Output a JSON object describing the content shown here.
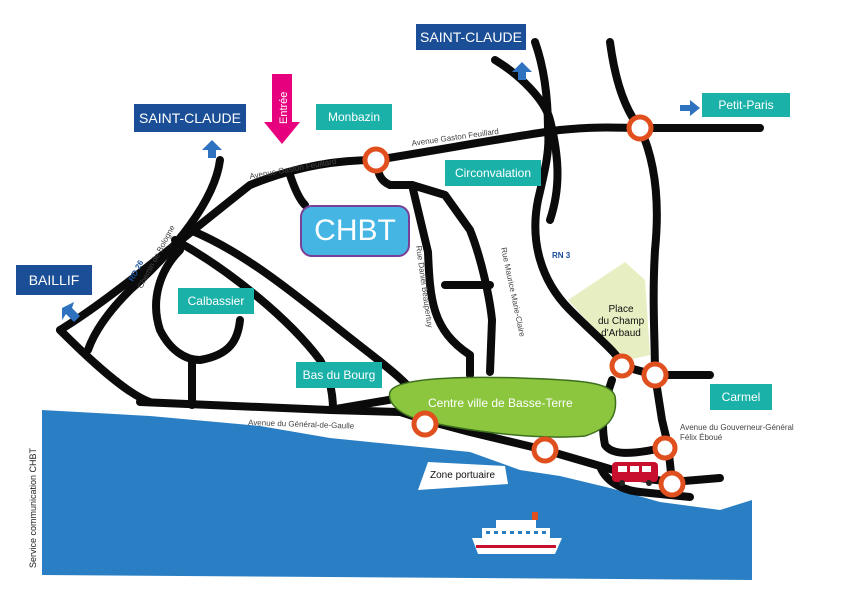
{
  "colors": {
    "sea": "#2a7fc4",
    "roads": "#0b0b0b",
    "roundabout": "#e0501f",
    "center": "#8cc63f",
    "place": "#e7efc2",
    "direction_sign": "#1a4e97",
    "district_label": "#1ab1a8",
    "chbt": "#45b6e4",
    "entry_arrow": "#e6007e"
  },
  "directions": {
    "saint_claude_top": "SAINT-CLAUDE",
    "saint_claude_left": "SAINT-CLAUDE",
    "baillif": "BAILLIF",
    "petit_paris": "Petit-Paris"
  },
  "districts": {
    "monbazin": "Monbazin",
    "circonvalation": "Circonvalation",
    "calbassier": "Calbassier",
    "bas_du_bourg": "Bas du Bourg",
    "carmel": "Carmel"
  },
  "chbt": "CHBT",
  "entry": "Entrée",
  "center": "Centre ville de Basse-Terre",
  "place": [
    "Place",
    "du Champ",
    "d'Arbaud"
  ],
  "port": "Zone portuaire",
  "streets": {
    "gaston_feuillard_1": "Avenue Gaston Feuillard",
    "gaston_feuillard_2": "Avenue Gaston Feuillard",
    "general_de_gaulle": "Avenue du Général-de-Gaulle",
    "rd26": "RD 26",
    "chemin_bologne": "Chemin de Bologne",
    "rue_daniel": "Rue Daniel Beaupertuy",
    "rue_maurice": "Rue Maurice Marie-Claire",
    "rn3": "RN 3",
    "felix_eboue": [
      "Avenue du Gouverneur-Général",
      "Félix Éboué"
    ]
  },
  "credit": "Service communication CHBT",
  "icons": [
    "direction-arrow-icon",
    "entry-arrow-icon",
    "bus-icon",
    "ferry-icon"
  ]
}
